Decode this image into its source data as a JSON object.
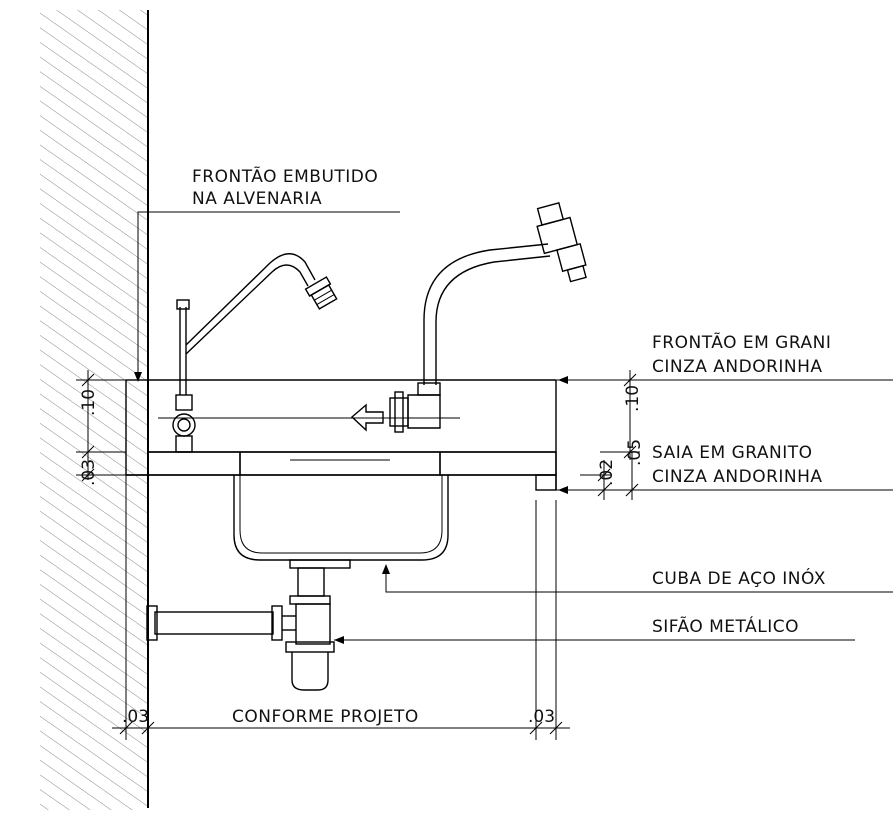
{
  "labels": {
    "frontao_embutido_1": "FRONTÃO EMBUTIDO",
    "frontao_embutido_2": "NA ALVENARIA",
    "frontao_granito_1": "FRONTÃO EM GRANI",
    "frontao_granito_2": "CINZA ANDORINHA",
    "saia_1": "SAIA EM GRANITO",
    "saia_2": "CINZA ANDORINHA",
    "cuba": "CUBA DE AÇO INÓX",
    "sifao": "SIFÃO METÁLICO",
    "conforme": "CONFORME PROJETO"
  },
  "dimensions": {
    "left_top": ".10",
    "left_bottom": ".03",
    "right_frontao": ".10",
    "right_saia": ".05",
    "right_thk": ".02",
    "bottom_left": ".03",
    "bottom_right": ".03"
  }
}
